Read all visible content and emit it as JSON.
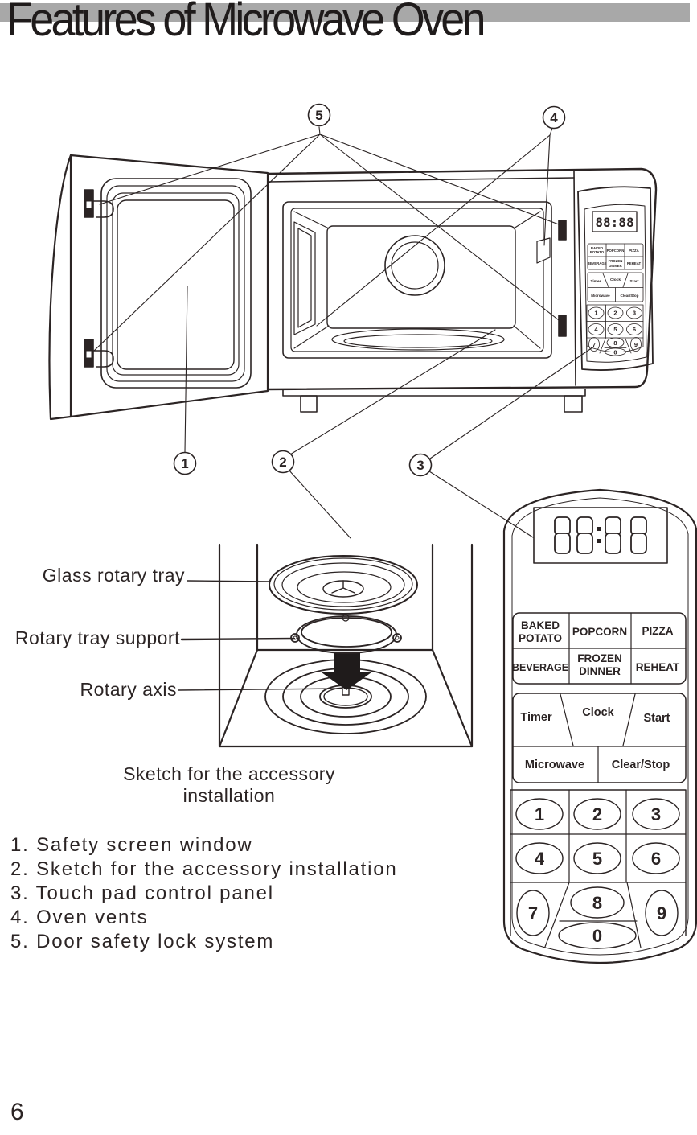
{
  "page": {
    "title": "Features of Microwave Oven",
    "page_number": "6"
  },
  "diagram": {
    "callouts": {
      "c1": "1",
      "c2": "2",
      "c3": "3",
      "c4": "4",
      "c5": "5"
    },
    "accessory_sketch": {
      "caption": "Sketch for the accessory installation",
      "labels": {
        "glass_rotary_tray": "Glass rotary tray",
        "rotary_tray_support": "Rotary tray support",
        "rotary_axis": "Rotary axis"
      }
    }
  },
  "control_panel": {
    "display_value": "88:88",
    "presets": {
      "baked_line1": "BAKED",
      "baked_line2": "POTATO",
      "popcorn": "POPCORN",
      "pizza": "PIZZA",
      "beverage": "BEVERAGE",
      "frozen_line1": "FROZEN",
      "frozen_line2": "DINNER",
      "reheat": "REHEAT"
    },
    "controls": {
      "timer": "Timer",
      "clock": "Clock",
      "start": "Start",
      "microwave": "Microwave",
      "clear_stop": "Clear/Stop"
    },
    "keys": [
      "1",
      "2",
      "3",
      "4",
      "5",
      "6",
      "7",
      "8",
      "9",
      "0"
    ]
  },
  "feature_list": {
    "items": [
      "1. Safety screen window",
      "2. Sketch for the accessory installation",
      "3. Touch pad control panel",
      "4. Oven vents",
      "5. Door safety lock system"
    ]
  },
  "colors": {
    "line": "#2b2424",
    "title_bar": "#a8a8a8"
  }
}
